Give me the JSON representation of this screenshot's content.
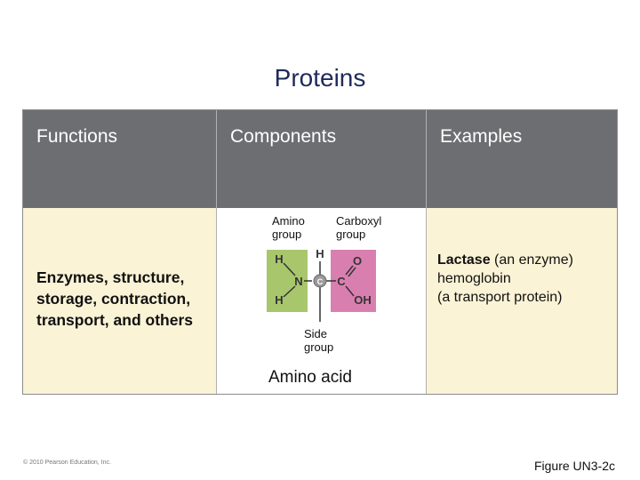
{
  "title": "Proteins",
  "columns": {
    "functions": "Functions",
    "components": "Components",
    "examples": "Examples"
  },
  "functions_text": [
    "Enzymes, structure,",
    "storage, contraction,",
    "transport, and others"
  ],
  "examples_text": {
    "line1_bold": "Lactase",
    "line1_rest": " (an enzyme)",
    "line2": "hemoglobin",
    "line3": "(a transport protein)"
  },
  "diagram": {
    "amino_group_label": [
      "Amino",
      "group"
    ],
    "carboxyl_group_label": [
      "Carboxyl",
      "group"
    ],
    "side_group_label": [
      "Side",
      "group"
    ],
    "caption": "Amino acid",
    "atoms": {
      "h_top": "H",
      "h_left_top": "H",
      "n": "N",
      "h_left_bottom": "H",
      "c_center": "C",
      "c_carboxyl": "C",
      "o": "O",
      "oh": "OH"
    }
  },
  "colors": {
    "header_bg": "#6d6e71",
    "cell_bg": "#fbf3d6",
    "title": "#1f2a5c",
    "amino_box": "#a8c66c",
    "carboxyl_box": "#d97fb0"
  },
  "footer": {
    "copyright": "© 2010 Pearson Education, Inc.",
    "figure_label": "Figure UN3-2c"
  }
}
